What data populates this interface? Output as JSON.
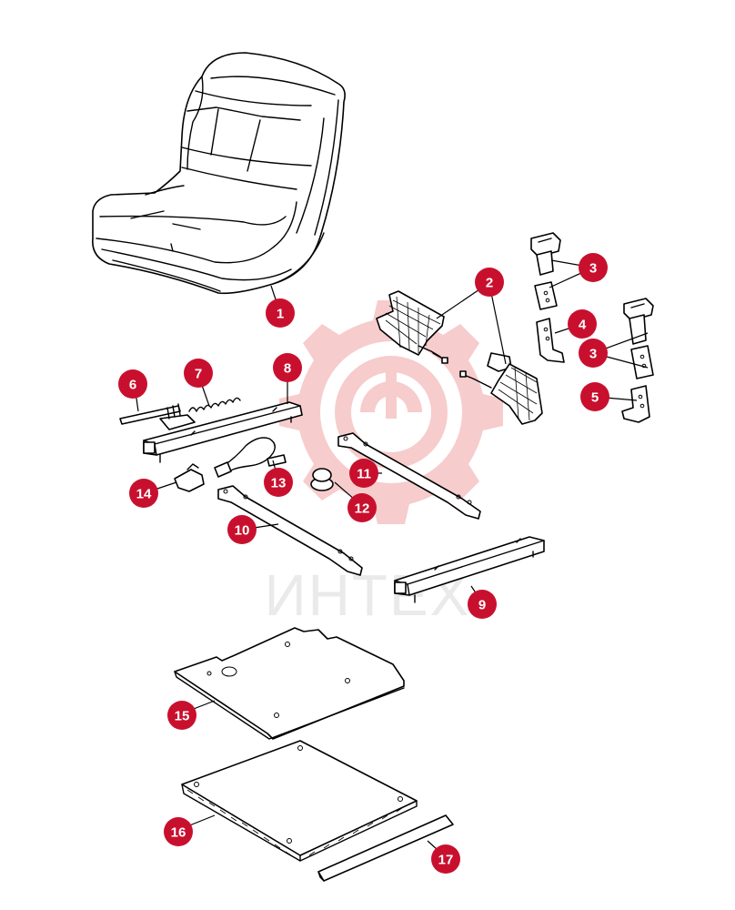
{
  "watermark": {
    "text": "ИНТЕХ",
    "color": "#f2b8b8"
  },
  "colors": {
    "callout": "#c8102e",
    "callout_text": "#ffffff",
    "line": "#000000",
    "background": "#ffffff"
  },
  "callouts": [
    {
      "id": "c1",
      "label": "1"
    },
    {
      "id": "c2",
      "label": "2"
    },
    {
      "id": "c3a",
      "label": "3"
    },
    {
      "id": "c3b",
      "label": "3"
    },
    {
      "id": "c4",
      "label": "4"
    },
    {
      "id": "c5",
      "label": "5"
    },
    {
      "id": "c6",
      "label": "6"
    },
    {
      "id": "c7",
      "label": "7"
    },
    {
      "id": "c8",
      "label": "8"
    },
    {
      "id": "c9",
      "label": "9"
    },
    {
      "id": "c10",
      "label": "10"
    },
    {
      "id": "c11",
      "label": "11"
    },
    {
      "id": "c12",
      "label": "12"
    },
    {
      "id": "c13",
      "label": "13"
    },
    {
      "id": "c14",
      "label": "14"
    },
    {
      "id": "c15",
      "label": "15"
    },
    {
      "id": "c16",
      "label": "16"
    },
    {
      "id": "c17",
      "label": "17"
    }
  ]
}
